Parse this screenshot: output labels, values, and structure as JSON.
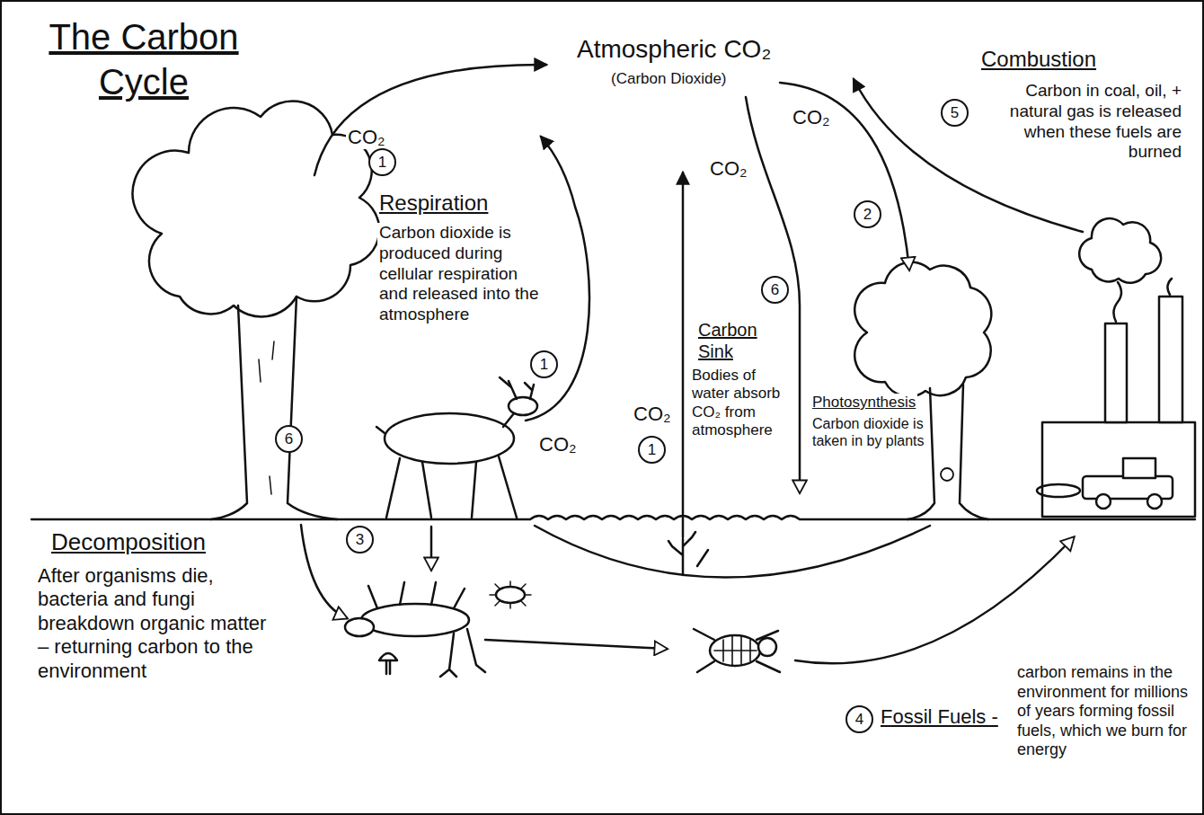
{
  "diagram": {
    "title": "The Carbon Cycle",
    "nodes": [
      {
        "text": [
          "5"
        ]
      },
      {
        "text": [
          "1"
        ]
      },
      {
        "text": [
          "2"
        ]
      },
      {
        "text": [
          "6"
        ]
      },
      {
        "text": [
          "1"
        ]
      },
      {
        "text": [
          "6"
        ]
      },
      {
        "text": [
          "1"
        ]
      },
      {
        "text": [
          "3"
        ]
      },
      {
        "text": [
          "4"
        ]
      }
    ],
    "labels": [
      "Atmospheric CO₂",
      "(Carbon Dioxide)",
      "CO₂",
      "Respiration",
      "Carbon dioxide is produced during cellular respiration and released into the atmosphere",
      "CO₂",
      "CO₂",
      "CO₂",
      "Carbon Sink",
      "Bodies of water absorb CO₂ from atmosphere",
      "CO₂",
      "Photosynthesis",
      "Carbon dioxide is taken in by plants",
      "Combustion",
      "Carbon in coal, oil, + natural gas is released when these fuels are burned",
      "Decomposition",
      "After organisms die, bacteria and fungi breakdown organic matter – returning carbon to the environment",
      "Fossil Fuels -",
      "carbon remains in the environment for millions of years forming fossil fuels, which we burn for energy"
    ]
  }
}
